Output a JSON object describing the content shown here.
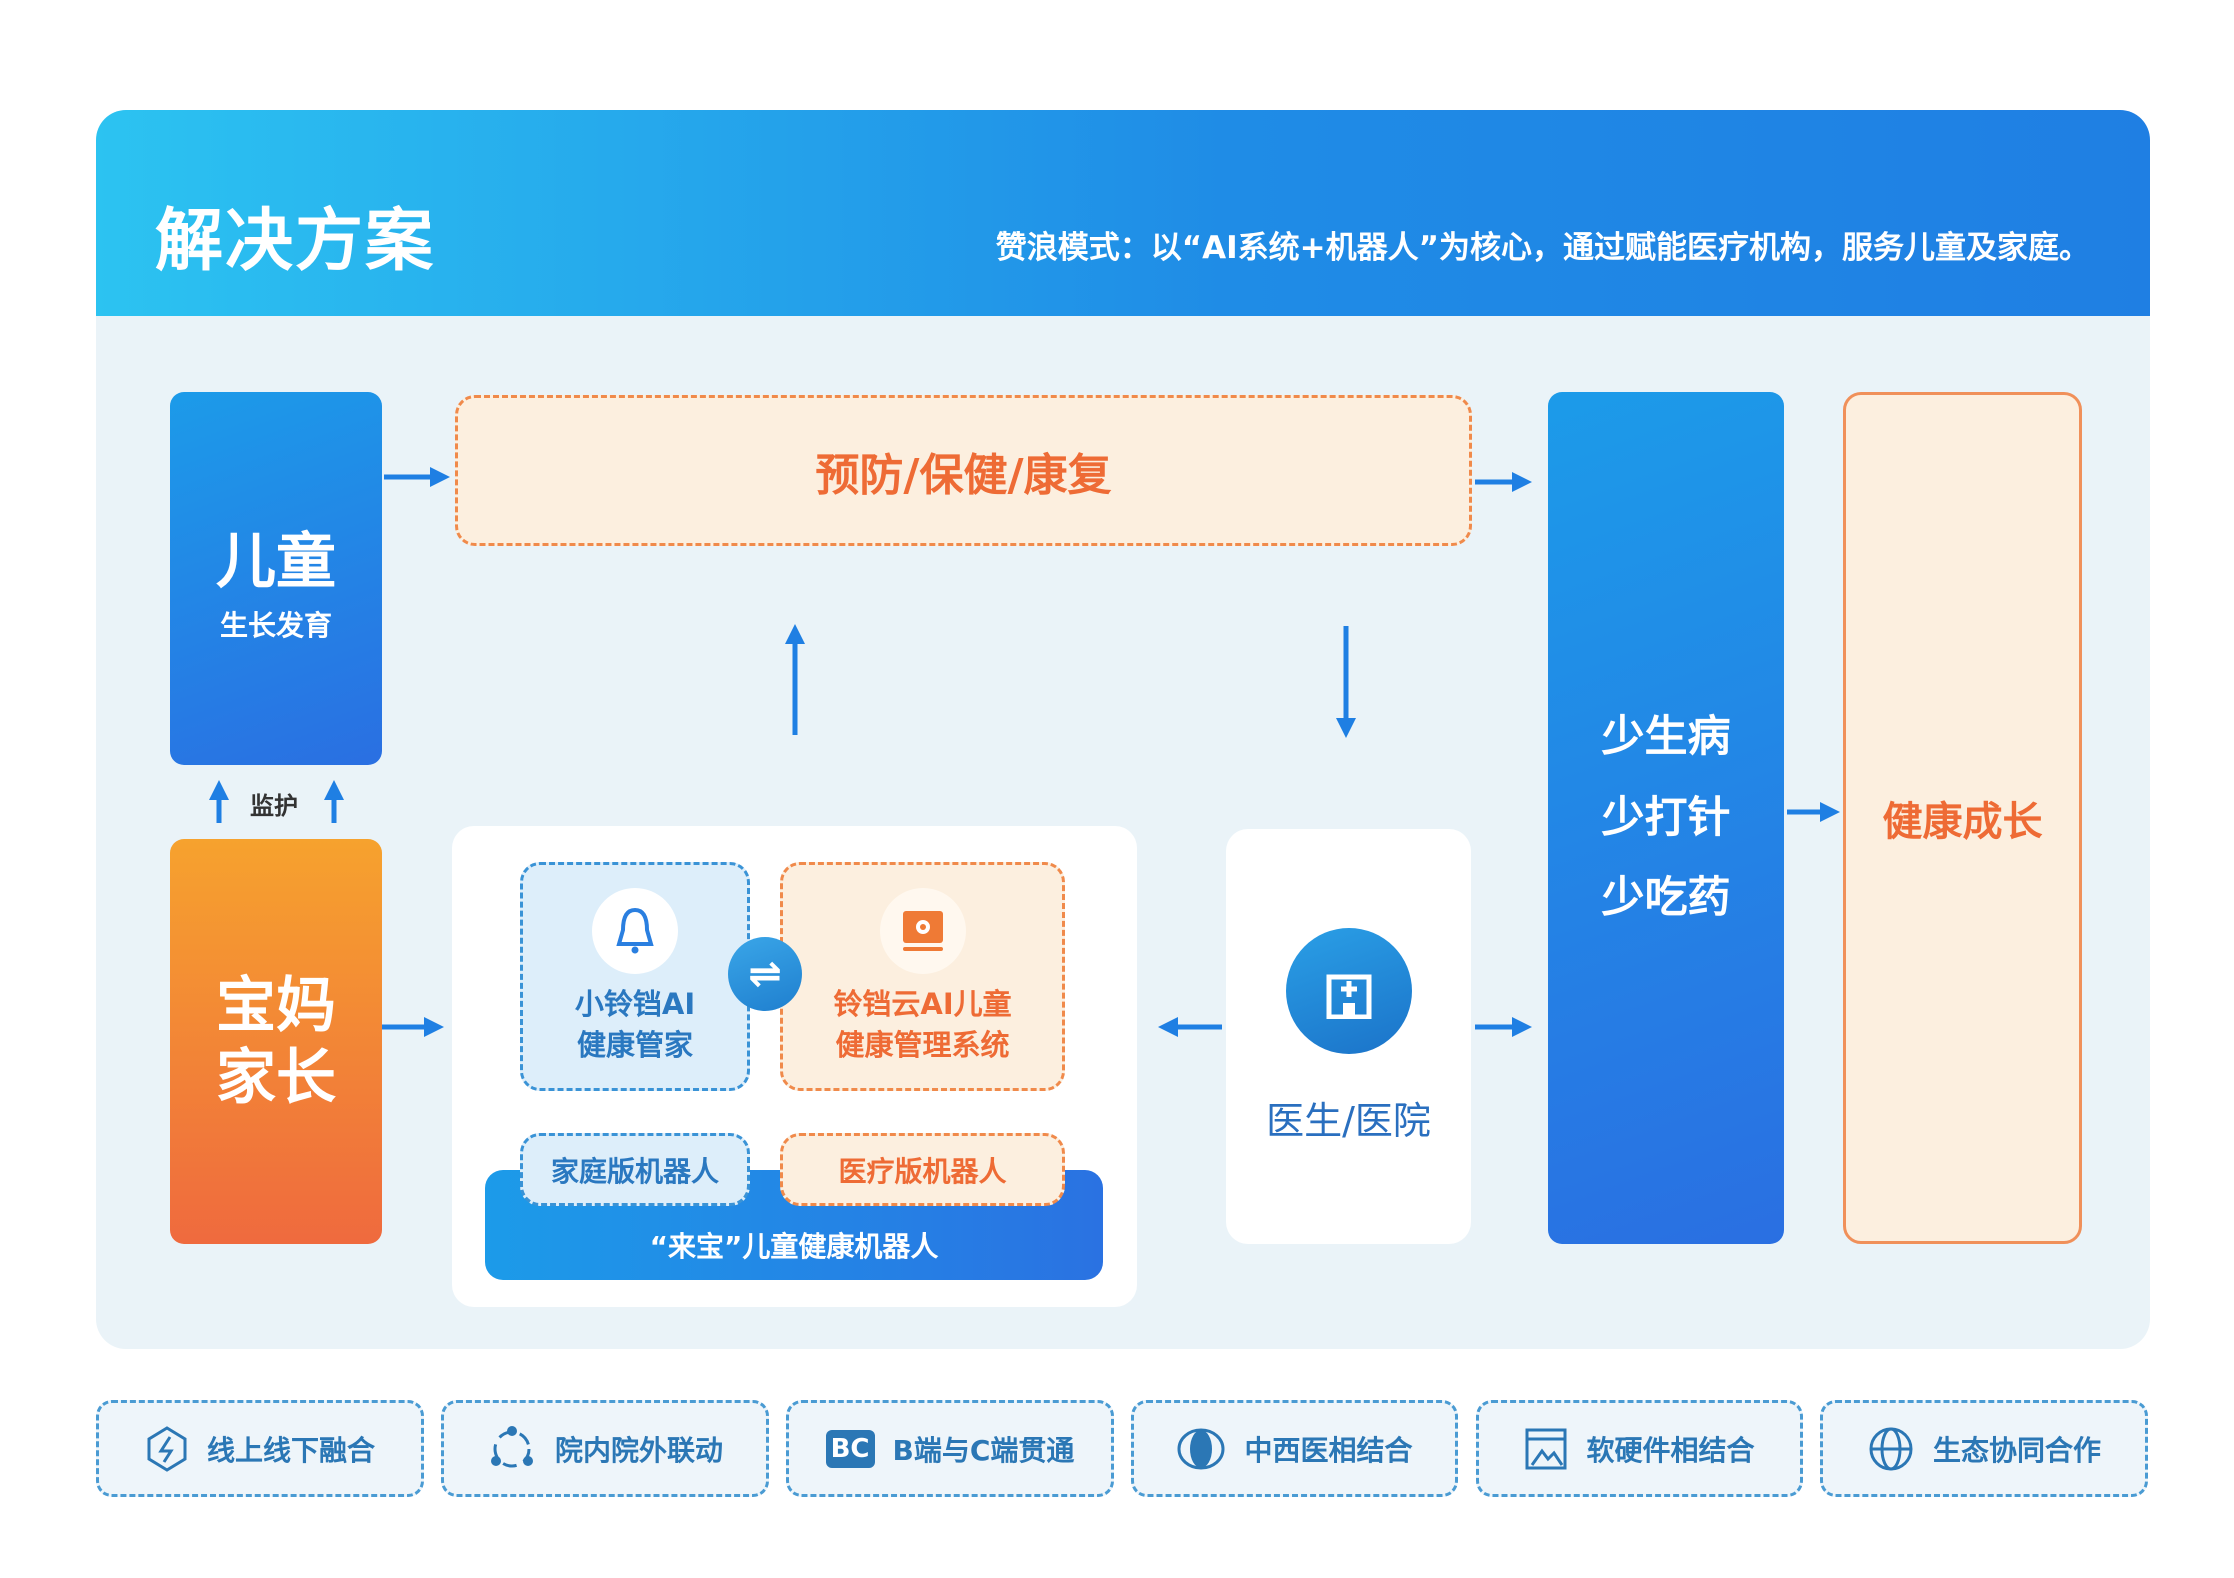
{
  "header": {
    "title": "解决方案",
    "subtitle": "赞浪模式：以“AI系统+机器人”为核心，通过赋能医疗机构，服务儿童及家庭。"
  },
  "child": {
    "title": "儿童",
    "subtitle": "生长发育"
  },
  "monitor_label": "监护",
  "parent": {
    "line1": "宝妈",
    "line2": "家长"
  },
  "prevention": "预防/保健/康复",
  "xiaolingdang": {
    "line1": "小铃铛AI",
    "line2": "健康管家"
  },
  "cloud_system": {
    "line1": "铃铛云AI儿童",
    "line2": "健康管理系统"
  },
  "home_robot": "家庭版机器人",
  "medical_robot": "医疗版机器人",
  "robot_bar": "“来宝”儿童健康机器人",
  "doctor": "医生/医院",
  "outcomes": [
    "少生病",
    "少打针",
    "少吃药"
  ],
  "result": "健康成长",
  "features": [
    {
      "label": "线上线下融合",
      "icon": "diamond-link-icon"
    },
    {
      "label": "院内院外联动",
      "icon": "cycle-nodes-icon"
    },
    {
      "label": "B端与C端贯通",
      "icon": "bc-icon",
      "icon_text": "BC"
    },
    {
      "label": "中西医相结合",
      "icon": "yin-yang-icon"
    },
    {
      "label": "软硬件相结合",
      "icon": "screen-icon"
    },
    {
      "label": "生态协同合作",
      "icon": "globe-icon"
    }
  ],
  "colors": {
    "blue": "#1f8ce6",
    "orange": "#ef6a3e",
    "panel": "#eaf3f8"
  }
}
